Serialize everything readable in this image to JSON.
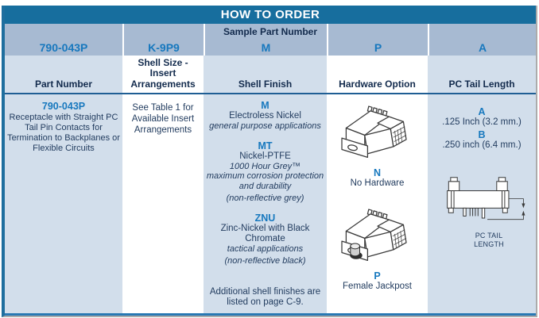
{
  "title": "HOW TO ORDER",
  "sample": {
    "label": "Sample Part Number",
    "codes": [
      "790-043P",
      "K-9P9",
      "M",
      "P",
      "A"
    ]
  },
  "columns": {
    "part_number": {
      "header": "Part Number",
      "code": "790-043P",
      "description": "Receptacle with Straight PC Tail Pin Contacts for Termination to Backplanes or Flexible Circuits"
    },
    "shell_size": {
      "header": "Shell Size - Insert Arrangements",
      "note": "See Table 1 for Available Insert Arrangements"
    },
    "shell_finish": {
      "header": "Shell Finish",
      "options": [
        {
          "code": "M",
          "name": "Electroless Nickel",
          "notes": [
            "general purpose applications"
          ]
        },
        {
          "code": "MT",
          "name": "Nickel-PTFE",
          "notes": [
            "1000 Hour Grey™",
            "maximum corrosion protection and durability",
            "(non-reflective grey)"
          ]
        },
        {
          "code": "ZNU",
          "name": "Zinc-Nickel with Black Chromate",
          "notes": [
            "tactical applications",
            "(non-reflective black)"
          ]
        }
      ],
      "footnote": "Additional shell finishes are listed on page C-9."
    },
    "hardware_option": {
      "header": "Hardware Option",
      "options": [
        {
          "code": "N",
          "name": "No Hardware",
          "icon": "connector-no-hardware-icon"
        },
        {
          "code": "P",
          "name": "Female Jackpost",
          "icon": "connector-female-jackpost-icon"
        }
      ]
    },
    "pc_tail_length": {
      "header": "PC Tail Length",
      "options": [
        {
          "code": "A",
          "name": ".125 Inch (3.2 mm.)"
        },
        {
          "code": "B",
          "name": ".250 inch (6.4 mm.)"
        }
      ],
      "diagram_label": "PC TAIL LENGTH",
      "icon": "pc-tail-side-view-icon"
    }
  },
  "colors": {
    "header_bg": "#176E9E",
    "band_bg": "#A7BAD2",
    "column_bg": "#D2DEEB",
    "code_blue": "#1778BE",
    "body_navy": "#223C5F",
    "heading_navy": "#132B4D",
    "divider_blue": "#1F5E94",
    "bottom_border_blue": "#2878B3"
  }
}
